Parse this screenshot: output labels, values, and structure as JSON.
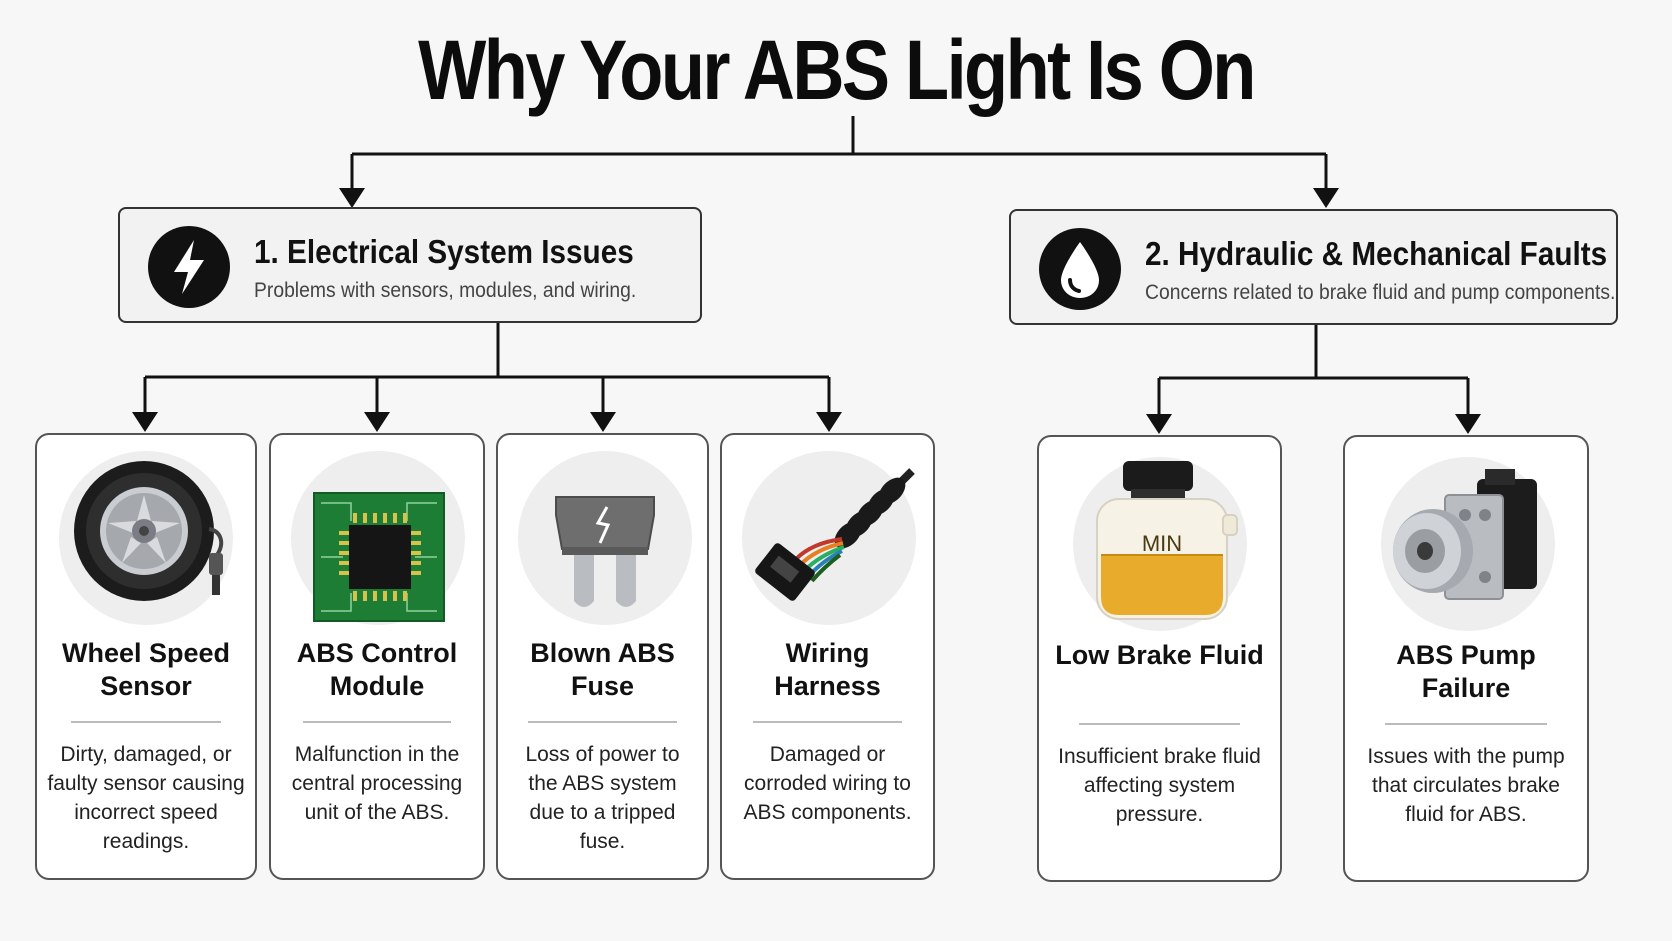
{
  "title": "Why Your ABS Light Is On",
  "categories": [
    {
      "label": "1. Electrical System Issues",
      "description": "Problems with sensors, modules, and wiring.",
      "icon": "lightning-icon"
    },
    {
      "label": "2. Hydraulic & Mechanical Faults",
      "description": "Concerns related to brake fluid and pump components.",
      "icon": "water-drop-icon"
    }
  ],
  "causes": [
    {
      "title": "Wheel Speed Sensor",
      "description": "Dirty, damaged, or faulty sensor causing incorrect speed readings.",
      "icon": "wheel-sensor-icon"
    },
    {
      "title": "ABS Control Module",
      "description": "Malfunction in the central processing unit of the ABS.",
      "icon": "circuit-board-icon"
    },
    {
      "title": "Blown ABS Fuse",
      "description": "Loss of power to the ABS system due to a tripped fuse.",
      "icon": "fuse-icon"
    },
    {
      "title": "Wiring Harness",
      "description": "Damaged or corroded wiring to ABS components.",
      "icon": "wiring-harness-icon"
    },
    {
      "title": "Low Brake Fluid",
      "description": "Insufficient brake fluid affecting system pressure.",
      "icon": "brake-fluid-reservoir-icon",
      "label": "MIN"
    },
    {
      "title": "ABS Pump Failure",
      "description": "Issues with the pump that circulates brake fluid for ABS.",
      "icon": "abs-pump-icon"
    }
  ],
  "colors": {
    "background": "#f7f7f7",
    "line": "#111111",
    "fluid": "#e8a317",
    "pcb": "#1e7d35"
  }
}
